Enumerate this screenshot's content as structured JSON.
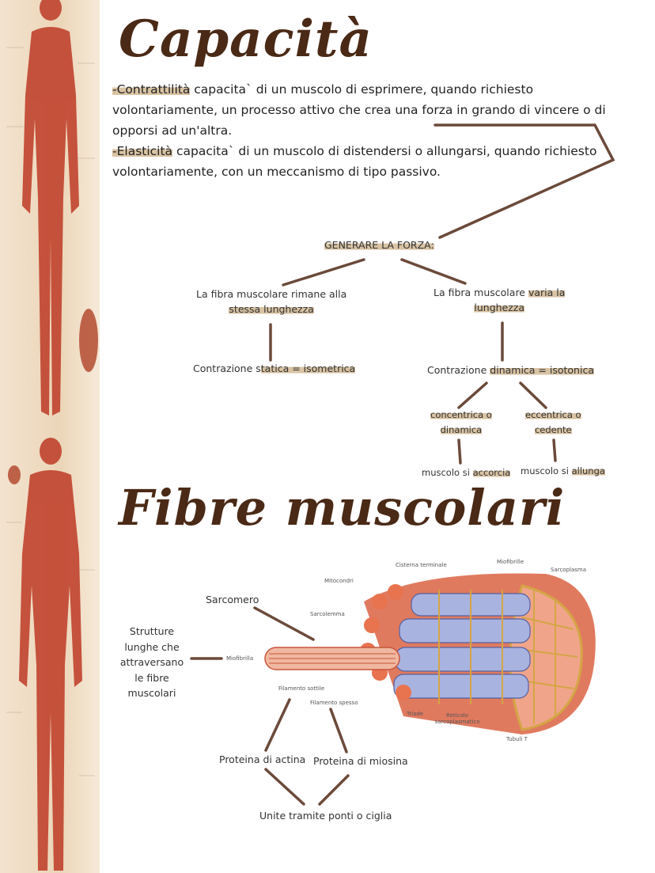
{
  "titles": {
    "capacita": "Capacità",
    "fibre": "Fibre muscolari"
  },
  "capacita": {
    "p1_term": "-Contrattilità",
    "p1_text": " capacita` di un muscolo di esprimere, quando richiesto volontariamente, un processo attivo che crea una forza in grando di vincere o di opporsi ad un'altra.",
    "p2_term": "-Elasticità",
    "p2_text": " capacita` di un muscolo di distendersi o allungarsi, quando richiesto volontariamente, con un meccanismo di tipo passivo."
  },
  "map": {
    "root": "GENERARE LA FORZA:",
    "left_a": "La fibra muscolare rimane alla",
    "left_b": "stessa lunghezza",
    "right_a": "La fibra muscolare ",
    "right_a_hl": "varia la",
    "right_b": "lunghezza",
    "static_pre": "Contrazione s",
    "static_hl": "tatica = isometrica",
    "dynamic_pre": "Contrazione ",
    "dynamic_hl": "dinamica = isotonica",
    "conc_a": "concentrica o",
    "conc_b": "dinamica",
    "ecc_a": "eccentrica o",
    "ecc_b": "cedente",
    "short_pre": "muscolo si ",
    "short_hl": "accorcia",
    "long_pre": "muscolo si ",
    "long_hl": "allunga"
  },
  "fibre": {
    "sarcomero": "Sarcomero",
    "strutture": [
      "Strutture",
      "lunghe che",
      "attraversano",
      "le fibre",
      "muscolari"
    ],
    "actina": "Proteina di actina",
    "miosina": "Proteina di miosina",
    "unite": "Unite tramite ponti o ciglia"
  },
  "diagram_labels": {
    "cisterna": "Cisterna terminale",
    "miofibrille": "Miofibrille",
    "sarcoplasma": "Sarcoplasma",
    "mitocondri": "Mitocondri",
    "sarcolemma": "Sarcolemma",
    "miofibrilla": "Miofibrilla",
    "filamento_sottile": "Filamento sottile",
    "filamento_spesso": "Filamento spesso",
    "triade": "Triade",
    "reticolo": "Reticolo sarcoplasmatico",
    "tubuli": "Tubuli T"
  },
  "colors": {
    "title": "#4a2a16",
    "highlight": "#d9c3a3",
    "line": "#6b4a3a",
    "muscle": "#c8553d"
  }
}
